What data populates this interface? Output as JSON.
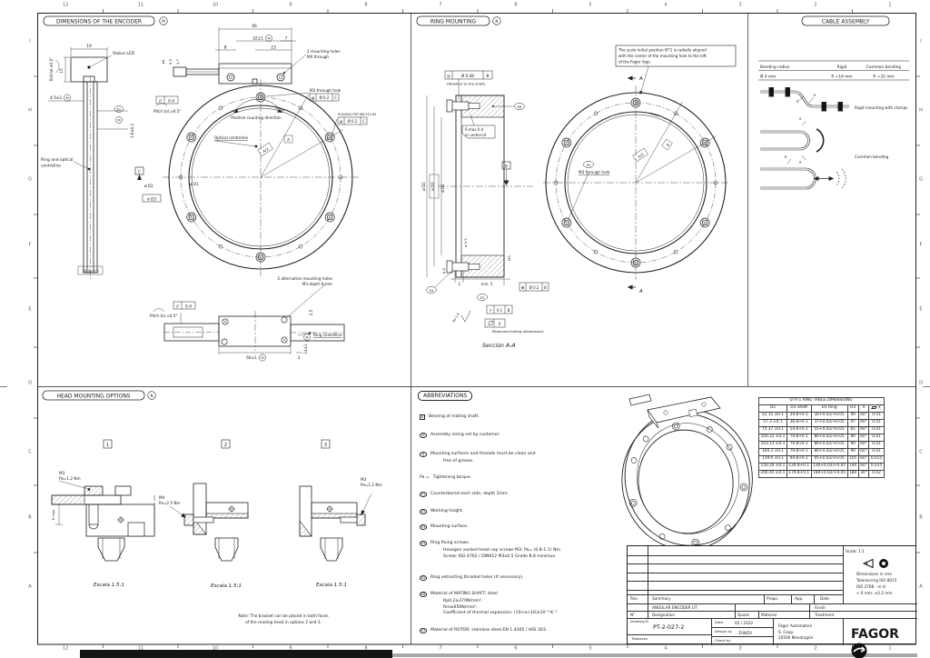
{
  "sheet": {
    "top_numbers": [
      "12",
      "11",
      "10",
      "9",
      "8",
      "7",
      "6",
      "5",
      "4",
      "3",
      "2",
      "1"
    ],
    "bottom_numbers": [
      "12",
      "11",
      "10",
      "9",
      "8",
      "7",
      "6",
      "5",
      "4",
      "3",
      "2",
      "1"
    ],
    "left_letters": [
      "I",
      "H",
      "G",
      "F",
      "E",
      "D",
      "C",
      "B",
      "A"
    ],
    "right_letters": [
      "I",
      "H",
      "G",
      "F",
      "E",
      "D",
      "C",
      "B",
      "A"
    ]
  },
  "dim_panel": {
    "title": "DIMENSIONS OF THE ENCODER",
    "marker": "M",
    "status_led": "Status LED",
    "dim19": "19",
    "dim15": "15",
    "roll_tol": "Roll tol.±0.5°",
    "dim45": "4.5±1",
    "m": "M",
    "e2": "E2",
    "dim16": "1.6±0.2",
    "ring_optical1": "Ring and optical",
    "ring_optical2": "centreline",
    "dim104": "10.4±0.5",
    "dim46": "46",
    "dim32": "32±1",
    "dim7": "7",
    "dim23": "23",
    "dim8": "8",
    "dia4": "ø4",
    "dim95": "9.5",
    "dim47": "4.7",
    "mount1": "2 mounting holes",
    "mount2": "M4 through",
    "m3_hole": "M3 through hole",
    "sym_pos": "⊕",
    "gdt_pos": "Ø 0.2",
    "datum_c": "C",
    "housing": "HOUSING FOR DIN 912 M3",
    "sym_par": "//",
    "par_val": "0.4",
    "pitch_tol": "Pitch tol.±0.5°",
    "positive_dir": "Positive counting direction",
    "optical_cl": "Optical centreline",
    "a_half": "A/2",
    "a_lbl": "A",
    "dia_d2": "ø D2",
    "dia_d1": "ø D1",
    "dia_d3": "ø D3",
    "fagor_small": "FAGOR",
    "alt1": "2 alternative mounting holes",
    "alt2": "M3 depth 8 mm",
    "dim60": "60±1",
    "dim3": "3",
    "dim14": "14±1",
    "dim25": "2.5",
    "ring_cl": "Ring centreline"
  },
  "ring_panel": {
    "title": "RING MOUNTING",
    "marker": "N",
    "note1": "The scale initial position I0*1 is radially aligned",
    "note2": "with the center of the mounting hole to the left",
    "note3": "of the Fagor logo.",
    "sym_conc": "◎",
    "gdt_conc": "Ø 0.08",
    "datum_b": "B",
    "relative": "(Relative to the shaft)",
    "rmax1": "R.max 0.4",
    "rmax2": "or undercut",
    "e6": "E6",
    "e5": "E5",
    "e4": "E4",
    "e3": "E3",
    "m3_hole": "M3 through hole",
    "dia_d2": "ø D2",
    "dia_d3": "ø D3",
    "dia_d1": "ø D1",
    "dia35": "ø 3.5",
    "dia6": "ø 6",
    "m3": "M3",
    "dim3": "3",
    "min5": "min. 5",
    "sym_pos": "⊕",
    "gdt_pos": "Ø 0.2",
    "ra": "Ra 1.6",
    "sym_runout": "↗",
    "runout_val": "0.1",
    "flat_x": "X",
    "required": "(Required mating dimensions)",
    "section": "Sección A-A",
    "a_arrow": "A",
    "a_half": "A/2",
    "a_lbl": "A",
    "fagor_small": "FAGOR"
  },
  "cable_panel": {
    "title": "CABLE ASSEMBLY",
    "col1": "Bending radius",
    "col2": "Rigid",
    "col3": "Common bending",
    "val1": "Ø 4 mm",
    "val2": "R =16 mm",
    "val3": "R =32 mm",
    "r": "R",
    "label_rigid": "Rigid mounting with clamps",
    "label_common": "Common bending"
  },
  "head_panel": {
    "title": "HEAD MOUNTING OPTIONS",
    "marker": "N",
    "opt1": "1",
    "opt2": "2",
    "opt3": "3",
    "m3a": "M3",
    "pa_a": "Pa=1.2 Nm",
    "m4": "M4",
    "pa_b": "Pa=2.5 Nm",
    "m3c": "M3",
    "pa_c": "Pa=1.2 Nm",
    "max8": "8 max.",
    "escala": "Escala 1.5:1",
    "note1": "Note: The bracket can be placed in both faces",
    "note2": "of  the reading head in options 2 and 3."
  },
  "abbr_panel": {
    "title": "ABBREVIATIONS",
    "b_sym": "B",
    "b_text": "Bearing of mating shaft.",
    "m_sym": "M",
    "m_text": "Assembly sizing set by customer.",
    "n_sym": "N",
    "n_text": "Mounting surfaces and threads must be clean and",
    "n_text2": "free of grease.",
    "pa_sym": "Pa =",
    "pa_text": "Tightening torque.",
    "e1_sym": "E1",
    "e1_text": "Counterbored each side, depth 2mm.",
    "e2_sym": "E2",
    "e2_text": "Working height.",
    "e3_sym": "E3",
    "e3_text": "Mounting surface.",
    "e4_sym": "E4",
    "e4_text": "Ring fixing screws.",
    "e4_text2": "Hexagon socked head cap screws M3; Pa= (0.8-1.1) Nm",
    "e4_text3": "Screw: ISO 4762 / DIN912 M3x0.5 Grade 8.8 minimun.",
    "e5_sym": "E5",
    "e5_text": "Ring extracting thraded holes (if necessary).",
    "e6_sym": "E6",
    "e6_text": "Material of MATING SHAFT: steel",
    "e6_text2": "Rp0.2≥370N/mm².",
    "e6_text3": "Rm≥650N/mm².",
    "e6_text4": "Coefficient of thermal expansion: (10<α<16)x10⁻⁶ K⁻¹",
    "e7_sym": "E7",
    "e7_text": "Material of ROTOR: stainless steel EN 1.4305 / AISI 303."
  },
  "ring_table": {
    "title": "UTR-1 RING TABLE DIMENSIONS.",
    "headers": [
      "D2",
      "D1 Shaft",
      "D1 Ring",
      "D3",
      "A",
      "X"
    ],
    "rows": [
      [
        "52.15 ±0.1",
        "29.8+0.1",
        "30+0.02/+0.05",
        "40",
        "60°",
        "0.01"
      ],
      [
        "57.3 ±0.1",
        "36.8+0.1",
        "37+0.02/+0.05",
        "47",
        "60°",
        "0.01"
      ],
      [
        "75.37 ±0.1",
        "54.8+0.1",
        "55+0.02/+0.05",
        "65",
        "60°",
        "0.01"
      ],
      [
        "100.22 ±0.1",
        "79.8+0.1",
        "80+0.02/+0.05",
        "90",
        "60°",
        "0.01"
      ],
      [
        "103.13 ±0.1",
        "79.8+0.1",
        "80+0.02/+0.05",
        "90",
        "60°",
        "0.01"
      ],
      [
        "104.3 ±0.1",
        "79.8+0.1",
        "80+0.02/+0.05",
        "90",
        "60°",
        "0.01"
      ],
      [
        "119.6 ±0.1",
        "94.8+0.1",
        "95+0.02/+0.05",
        "105",
        "60°",
        "0.015"
      ],
      [
        "150.24 ±0.1",
        "129.8+0.1",
        "130+0.02/+0.05",
        "140",
        "60°",
        "0.015"
      ],
      [
        "200.45 ±0.1",
        "179.8+0.1",
        "180+0.02/+0.05",
        "180",
        "30°",
        "0.02"
      ]
    ]
  },
  "title_block": {
    "scale": "Scale: 1:1",
    "dims_mm": "Dimensions in mm",
    "tolerancing": "Tolerancing ISO 8015",
    "iso": "ISO 2768 - m H",
    "tol_small": "< 6 mm: ±0.2 mm",
    "rev": "Rev.",
    "summary": "Summary",
    "propo": "Propo.",
    "app": "App.",
    "date_h": "Date",
    "designation_value": "ANGULAR ENCODER UT",
    "finish": "Finish",
    "no": "N°",
    "designation": "Designation",
    "quant": "Quant.",
    "material": "Material",
    "treatment": "Treatment",
    "drawing_n": "Drawing N",
    "drawing_value": "PT-2-027-2",
    "date_label": "Date",
    "date_value": "05 / 2022",
    "design_by": "Design by",
    "design_value": "ZUNZU",
    "check_by": "Check by",
    "replaces": "Replaces",
    "company1": "Fagor Automation",
    "company2": "S. Coop.",
    "company3": "20500 Mondragón",
    "logo": "FAGOR"
  }
}
